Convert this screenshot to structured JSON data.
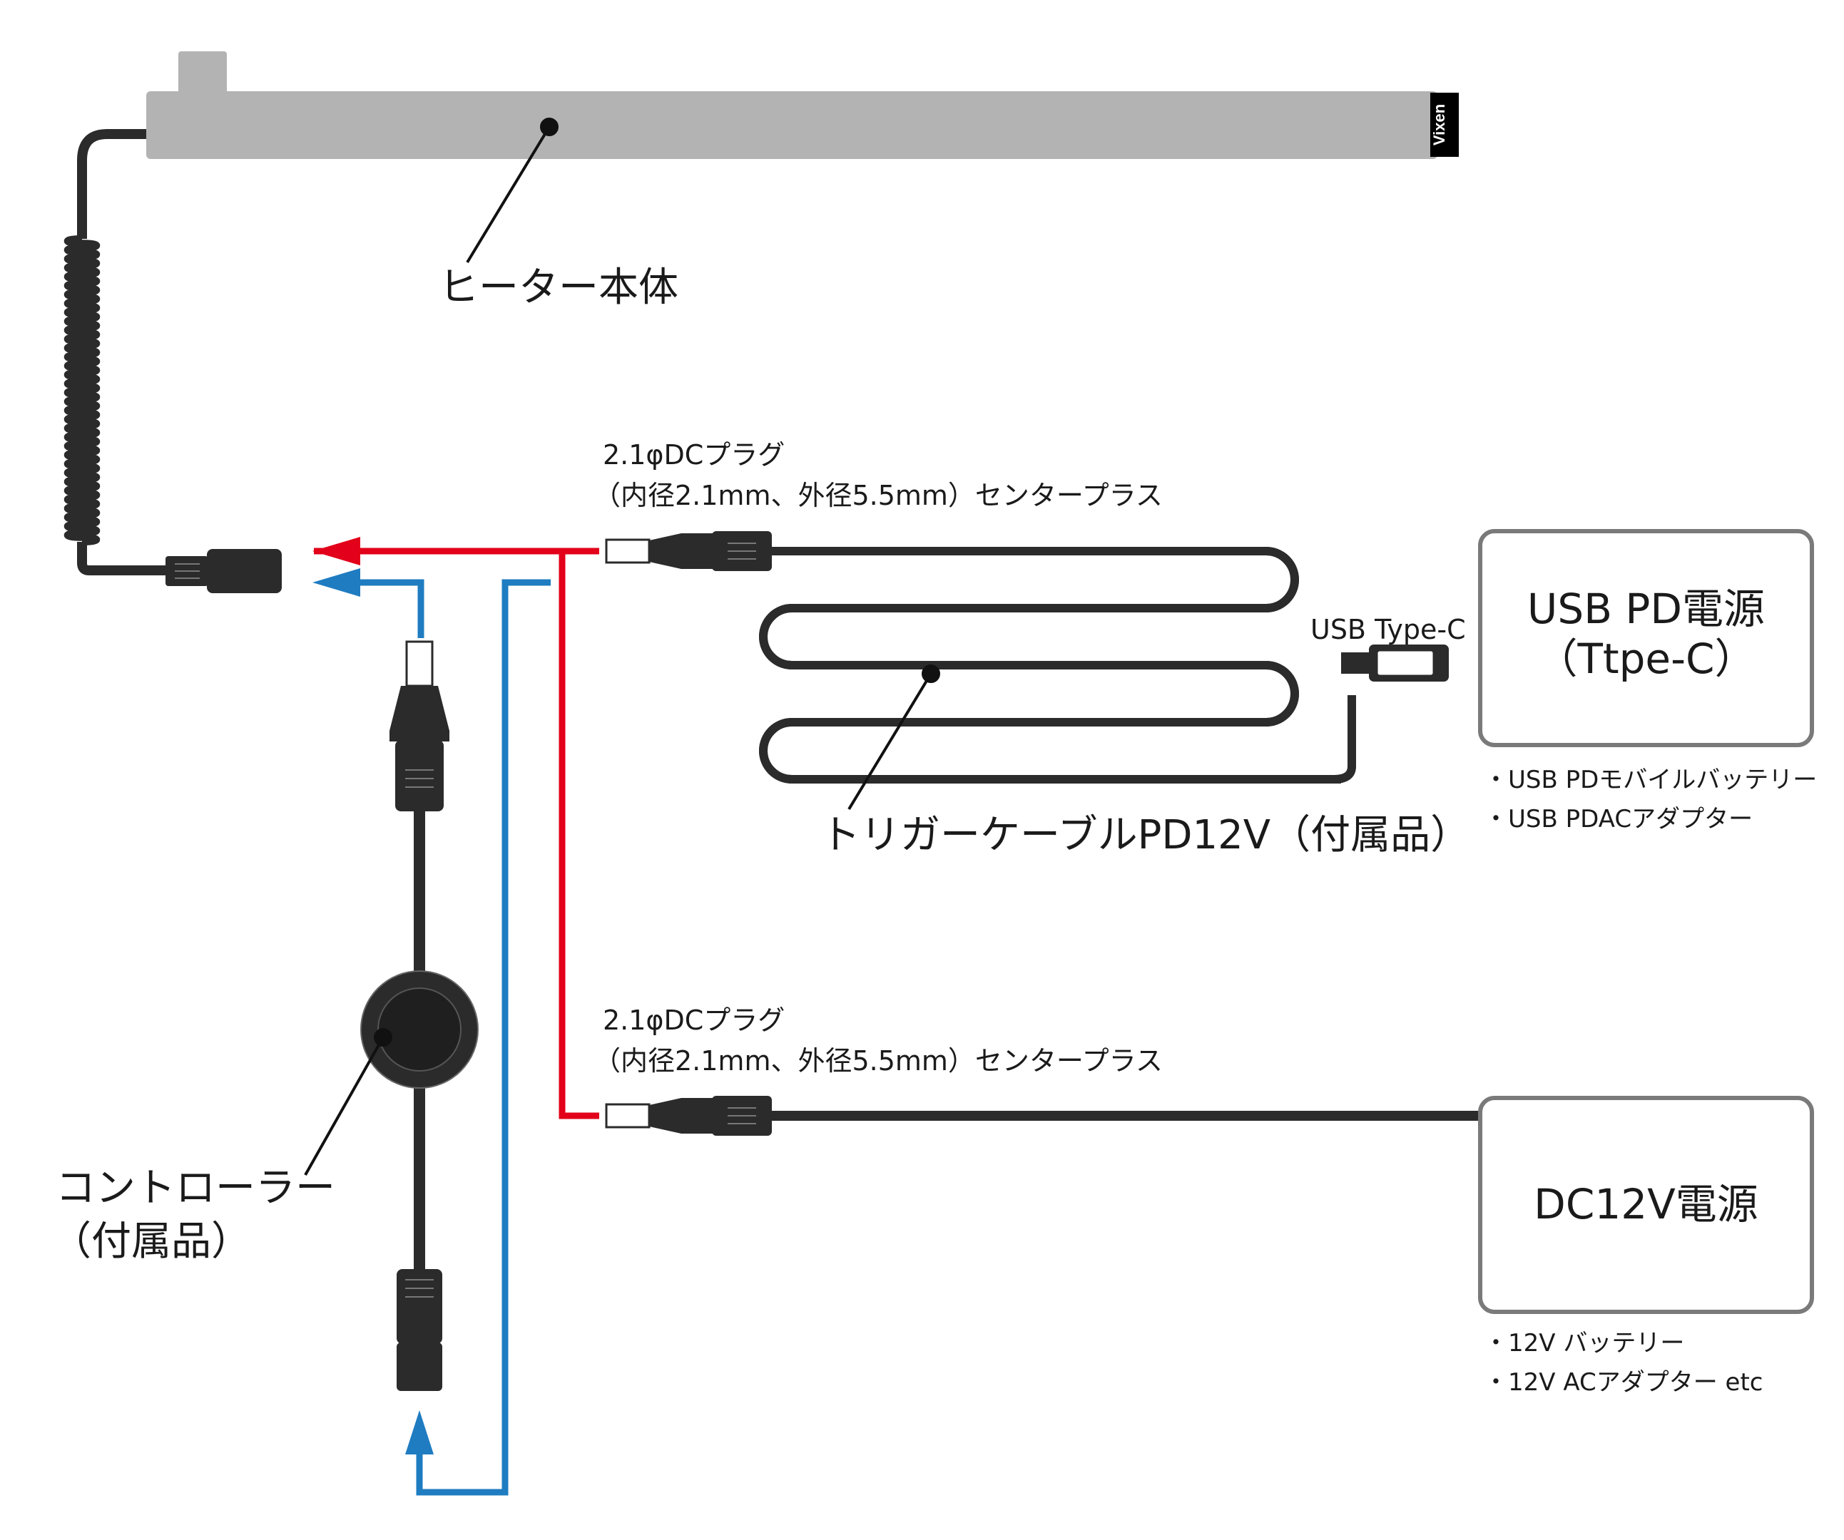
{
  "heater": {
    "label": "ヒーター本体",
    "brand": "Vixen"
  },
  "plug_top": {
    "line1": "2.1φDCプラグ",
    "line2": "（内径2.1mm、外径5.5mm）センタープラス"
  },
  "plug_bottom": {
    "line1": "2.1φDCプラグ",
    "line2": "（内径2.1mm、外径5.5mm）センタープラス"
  },
  "usb_connector": {
    "label": "USB Type-C"
  },
  "trigger_cable": {
    "label": "トリガーケーブルPD12V（付属品）"
  },
  "controller": {
    "line1": "コントローラー",
    "line2": "（付属品）"
  },
  "usb_pd_source": {
    "line1": "USB PD電源",
    "line2": "（Ttpe-C）",
    "notes": [
      "・USB PDモバイルバッテリー",
      "・USB PDACアダプター"
    ]
  },
  "dc_source": {
    "line1": "DC12V電源",
    "notes": [
      "・12V バッテリー",
      "・12V ACアダプター etc"
    ]
  },
  "colors": {
    "cable": "#2b2b2b",
    "heater_body": "#b3b3b3",
    "power_line": "#e2001a",
    "controller_line": "#1f7cc1",
    "box_border": "#7a7a7a"
  }
}
